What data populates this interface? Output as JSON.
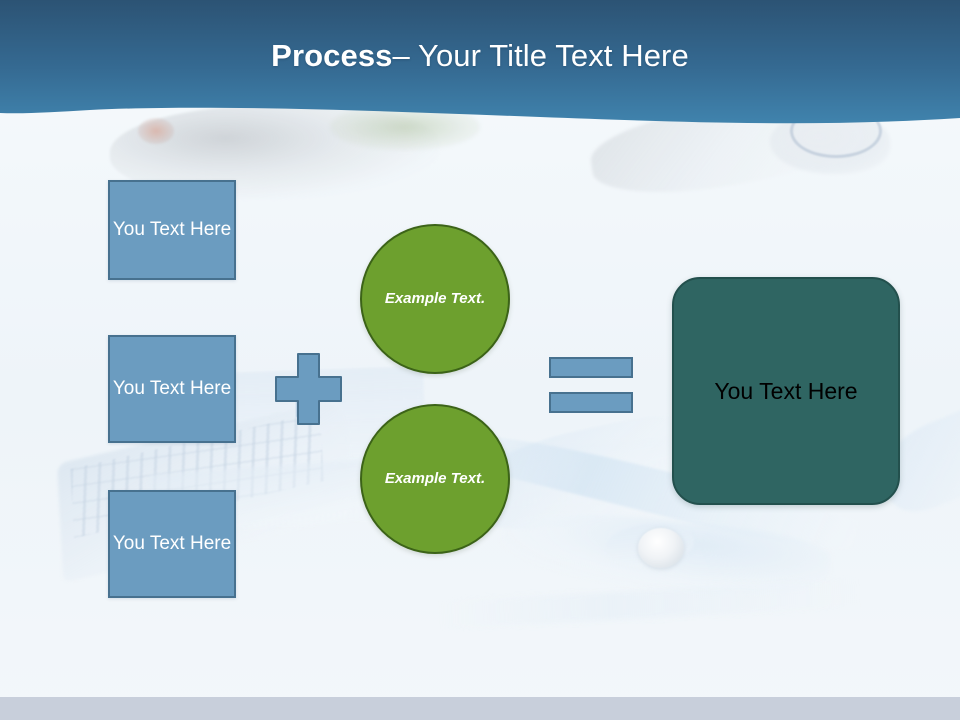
{
  "slide": {
    "title": {
      "bold_part": "Process",
      "regular_part": " – Your Title Text Here"
    },
    "background": {
      "body_color": "#f2f7fa",
      "footer_color": "#c8cfdb",
      "header_gradient_top": "#2d5575",
      "header_gradient_bottom": "#3d7ba5"
    },
    "source_boxes": [
      {
        "text": "You Text Here",
        "fill": "#6b9cc0",
        "border": "#47718f"
      },
      {
        "text": "You Text Here",
        "fill": "#6b9cc0",
        "border": "#47718f"
      },
      {
        "text": "You Text Here",
        "fill": "#6b9cc0",
        "border": "#47718f"
      }
    ],
    "operators": {
      "plus": "+",
      "equals": "=",
      "color": "#6b9cc0",
      "border_color": "#47718f"
    },
    "circles": [
      {
        "text": "Example Text.",
        "fill": "#6da02e",
        "border": "#3c6318"
      },
      {
        "text": "Example Text.",
        "fill": "#6da02e",
        "border": "#3c6318"
      }
    ],
    "result_box": {
      "text": "You Text Here",
      "fill": "#2f6562",
      "border": "#23504d",
      "text_color": "#000000"
    }
  }
}
